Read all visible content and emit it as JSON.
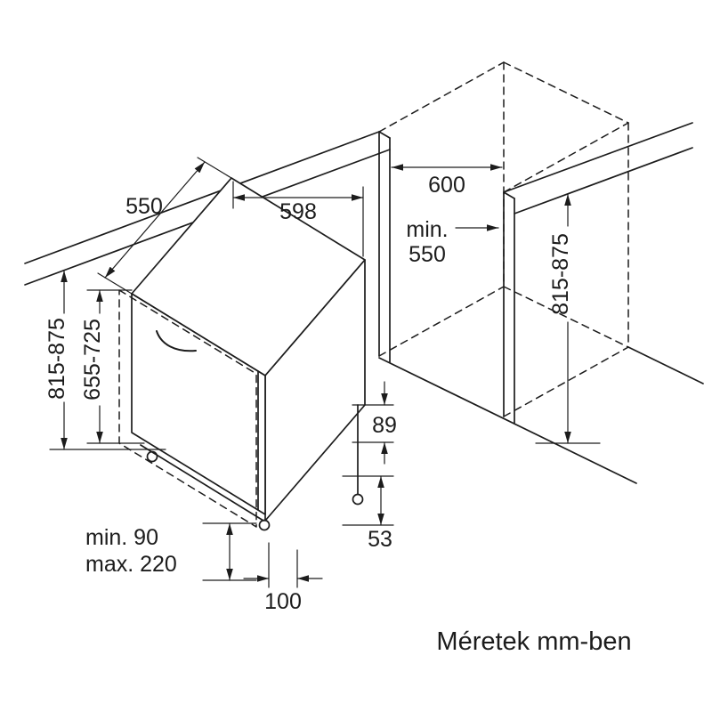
{
  "page": {
    "caption": "Méretek mm-ben"
  },
  "colors": {
    "line": "#1c1c1c",
    "background": "#ffffff"
  },
  "appliance_dims": {
    "depth": "550",
    "width": "598",
    "height": "815-875",
    "door_height": "655-725",
    "rear_offset": "89",
    "rear_foot_height": "53",
    "plinth_min": "min. 90",
    "plinth_max": "max. 220",
    "front_offset": "100"
  },
  "niche_dims": {
    "width": "600",
    "depth_prefix": "min.",
    "depth_value": "550",
    "height": "815-875"
  }
}
